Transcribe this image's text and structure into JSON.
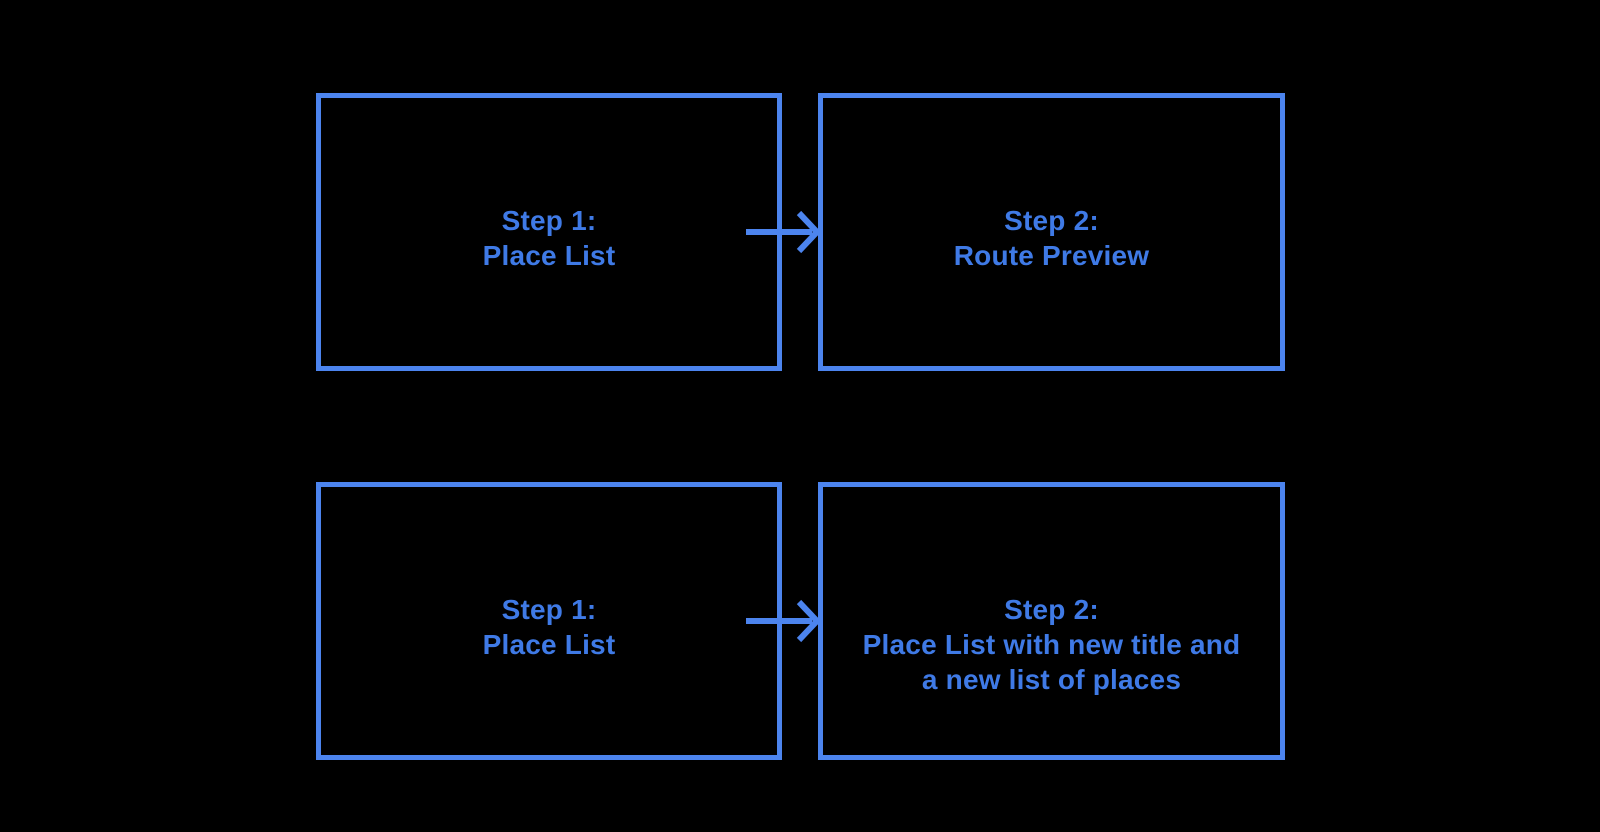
{
  "colors": {
    "background": "#000000",
    "box_border": "#4C84EE",
    "text": "#3F7AE6",
    "arrow": "#4C84EE"
  },
  "flows": [
    {
      "name": "flow-1",
      "steps": [
        {
          "lines": [
            "Step 1:",
            "Place List"
          ]
        },
        {
          "lines": [
            "Step 2:",
            "Route Preview"
          ]
        }
      ],
      "connector": "arrow-right"
    },
    {
      "name": "flow-2",
      "steps": [
        {
          "lines": [
            "Step 1:",
            "Place List"
          ]
        },
        {
          "lines": [
            "Step 2:",
            "Place List with new title and",
            "a new list of places"
          ]
        }
      ],
      "connector": "arrow-right"
    }
  ]
}
